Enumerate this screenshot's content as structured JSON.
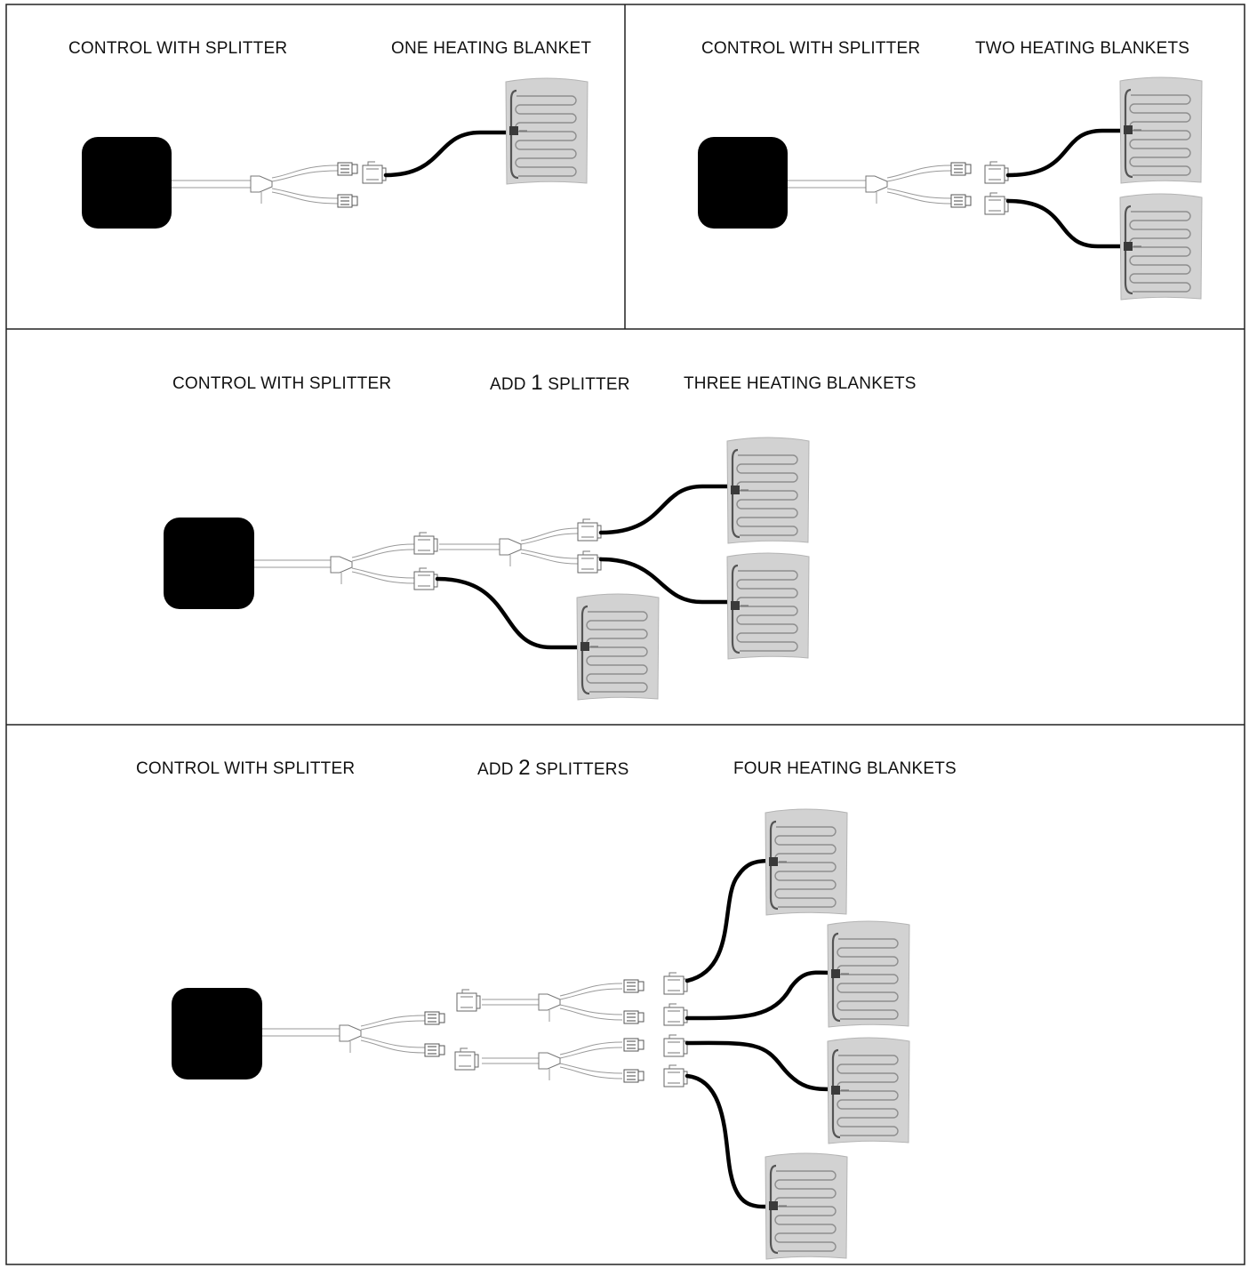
{
  "colors": {
    "ink": "#000000",
    "frame": "#222222",
    "control": "#000000",
    "blanket_fill": "#d2d2d2",
    "blanket_lines": "#8e8e8e",
    "splitter_line": "#9a9a9a"
  },
  "panels": [
    {
      "labels": {
        "control": "CONTROL WITH SPLITTER",
        "blankets": "ONE HEATING BLANKET"
      },
      "blanket_count": 1
    },
    {
      "labels": {
        "control": "CONTROL WITH SPLITTER",
        "blankets": "TWO HEATING BLANKETS"
      },
      "blanket_count": 2
    },
    {
      "labels": {
        "control": "CONTROL WITH SPLITTER",
        "add_prefix": "ADD ",
        "add_number": "1",
        "add_suffix": " SPLITTER",
        "blankets": "THREE HEATING BLANKETS"
      },
      "blanket_count": 3,
      "added_splitters": 1
    },
    {
      "labels": {
        "control": "CONTROL WITH SPLITTER",
        "add_prefix": "ADD ",
        "add_number": "2",
        "add_suffix": " SPLITTERS",
        "blankets": "FOUR HEATING BLANKETS"
      },
      "blanket_count": 4,
      "added_splitters": 2
    }
  ]
}
